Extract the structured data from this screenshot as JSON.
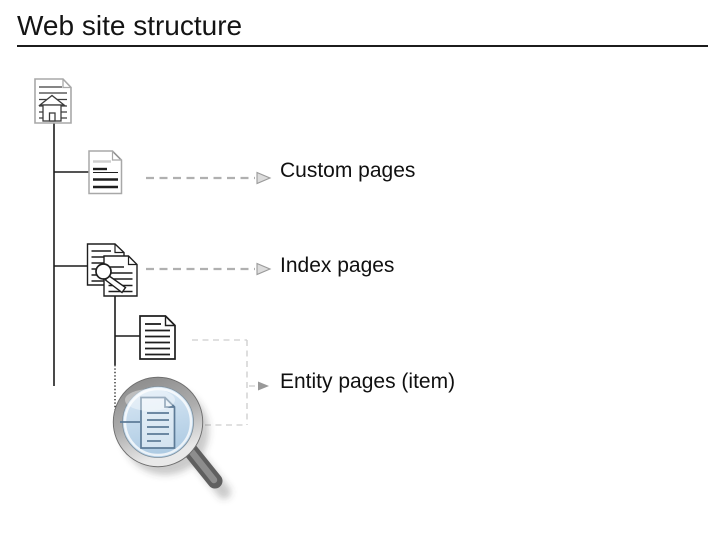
{
  "slide": {
    "title": "Web site structure"
  },
  "diagram": {
    "labels": {
      "custom_pages": "Custom pages",
      "index_pages": "Index pages",
      "entity_pages": "Entity pages (item)"
    },
    "icons": [
      "home-page-document-icon",
      "custom-page-document-icon",
      "index-pages-search-icon",
      "entity-page-document-icon",
      "magnifier-zoom-document-icon"
    ]
  },
  "colors": {
    "title_text": "#141414",
    "label_text": "#101010",
    "tree_line": "#1c1c1c",
    "icon_gray": "#a8a8a8",
    "icon_ink": "#1e1e1e",
    "dashed_arrow": "#b0b0b0",
    "arrowhead_fill": "#dcdcdc",
    "arrowhead_stroke": "#9a9a9a",
    "bracket_dash": "#cdcdcd",
    "entity_arrowhead": "#999999",
    "glass_top": "#dceaf6",
    "glass_bottom": "#aecbe3",
    "rim_dark": "#8a8a8a",
    "rim_mid": "#adadad",
    "rim_light": "#e9e9e9",
    "handle": "#5f5f5f",
    "mag_ink": "#5d7b97"
  }
}
